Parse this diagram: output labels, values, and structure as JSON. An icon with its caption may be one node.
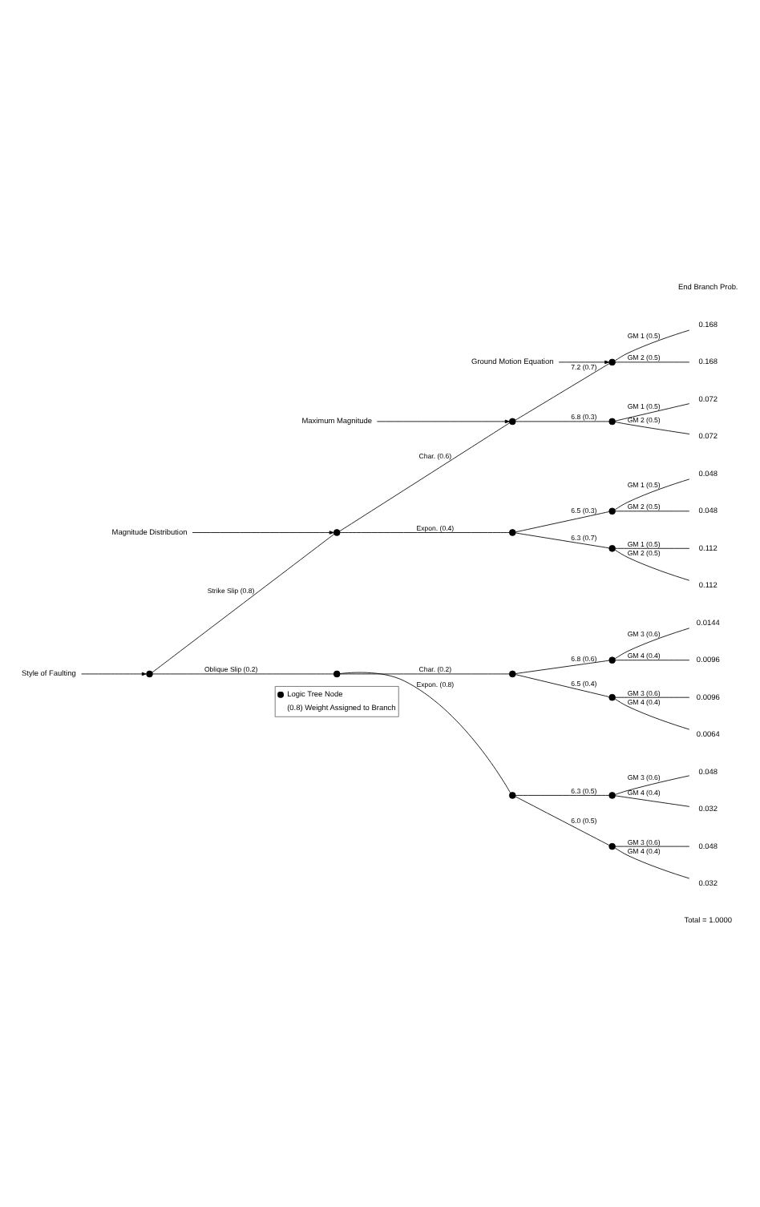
{
  "diagram": {
    "nodes": [
      {
        "text": [
          "Style of Faulting"
        ]
      },
      {
        "text": [
          "Magnitude Distribution"
        ]
      },
      {
        "text": [
          "Maximum Magnitude"
        ]
      },
      {
        "text": [
          "Ground Motion Equation"
        ]
      },
      {
        "text": [],
        "shape": "circle"
      },
      {
        "text": [],
        "shape": "circle"
      },
      {
        "text": [],
        "shape": "circle"
      },
      {
        "text": [],
        "shape": "circle"
      },
      {
        "text": [],
        "shape": "circle"
      },
      {
        "text": [],
        "shape": "circle"
      },
      {
        "text": [],
        "shape": "circle"
      },
      {
        "text": [],
        "shape": "circle"
      },
      {
        "text": [],
        "shape": "circle"
      },
      {
        "text": [],
        "shape": "circle"
      },
      {
        "text": [],
        "shape": "circle"
      },
      {
        "text": [],
        "shape": "circle"
      },
      {
        "text": [],
        "shape": "circle"
      },
      {
        "text": [],
        "shape": "circle"
      },
      {
        "text": [],
        "shape": "circle"
      },
      {
        "text": [
          "0.168"
        ]
      },
      {
        "text": [
          "0.168"
        ]
      },
      {
        "text": [
          "0.072"
        ]
      },
      {
        "text": [
          "0.072"
        ]
      },
      {
        "text": [
          "0.048"
        ]
      },
      {
        "text": [
          "0.048"
        ]
      },
      {
        "text": [
          "0.112"
        ]
      },
      {
        "text": [
          "0.112"
        ]
      },
      {
        "text": [
          "0.0144"
        ]
      },
      {
        "text": [
          "0.0096"
        ]
      },
      {
        "text": [
          "0.0096"
        ]
      },
      {
        "text": [
          "0.0064"
        ]
      },
      {
        "text": [
          "0.048"
        ]
      },
      {
        "text": [
          "0.032"
        ]
      },
      {
        "text": [
          "0.048"
        ]
      },
      {
        "text": [
          "0.032"
        ]
      }
    ],
    "edges": [
      {
        "from": 0,
        "to": 4,
        "arrow": "to"
      },
      {
        "from": 1,
        "to": 5,
        "arrow": "to"
      },
      {
        "from": 2,
        "to": 6,
        "arrow": "to"
      },
      {
        "from": 3,
        "to": 7,
        "arrow": "to"
      },
      {
        "from": 4,
        "to": 5,
        "arrow": "none",
        "label": "Strike Slip (0.8)"
      },
      {
        "from": 5,
        "to": 6,
        "arrow": "none",
        "label": "Char. (0.6)"
      },
      {
        "from": 6,
        "to": 7,
        "arrow": "none",
        "label": "7.2 (0.7)"
      },
      {
        "from": 7,
        "to": 19,
        "arrow": "none",
        "label": "GM 1 (0.5)"
      },
      {
        "from": 7,
        "to": 20,
        "arrow": "none",
        "label": "GM 2 (0.5)"
      },
      {
        "from": 6,
        "to": 8,
        "arrow": "none",
        "label": "6.8 (0.3)"
      },
      {
        "from": 8,
        "to": 21,
        "arrow": "none",
        "label": "GM 1 (0.5)"
      },
      {
        "from": 8,
        "to": 22,
        "arrow": "none",
        "label": "GM 2 (0.5)"
      },
      {
        "from": 5,
        "to": 9,
        "arrow": "none",
        "label": "Expon. (0.4)"
      },
      {
        "from": 9,
        "to": 10,
        "arrow": "none",
        "label": "6.5 (0.3)"
      },
      {
        "from": 10,
        "to": 23,
        "arrow": "none",
        "label": "GM 1 (0.5)"
      },
      {
        "from": 10,
        "to": 24,
        "arrow": "none",
        "label": "GM 2 (0.5)"
      },
      {
        "from": 9,
        "to": 11,
        "arrow": "none",
        "label": "6.3 (0.7)"
      },
      {
        "from": 11,
        "to": 25,
        "arrow": "none",
        "label": "GM 1 (0.5)"
      },
      {
        "from": 11,
        "to": 26,
        "arrow": "none",
        "label": "GM 2 (0.5)"
      },
      {
        "from": 4,
        "to": 12,
        "arrow": "none",
        "label": "Oblique Slip (0.2)"
      },
      {
        "from": 12,
        "to": 13,
        "arrow": "none",
        "label": "Char. (0.2)"
      },
      {
        "from": 13,
        "to": 14,
        "arrow": "none",
        "label": "6.8 (0.6)"
      },
      {
        "from": 14,
        "to": 27,
        "arrow": "none",
        "label": "GM 3 (0.6)"
      },
      {
        "from": 14,
        "to": 28,
        "arrow": "none",
        "label": "GM 4 (0.4)"
      },
      {
        "from": 13,
        "to": 15,
        "arrow": "none",
        "label": "6.5 (0.4)"
      },
      {
        "from": 15,
        "to": 29,
        "arrow": "none",
        "label": "GM 3 (0.6)"
      },
      {
        "from": 15,
        "to": 30,
        "arrow": "none",
        "label": "GM 4 (0.4)"
      },
      {
        "from": 12,
        "to": 16,
        "arrow": "none",
        "label": "Expon. (0.8)"
      },
      {
        "from": 16,
        "to": 17,
        "arrow": "none",
        "label": "6.3 (0.5)"
      },
      {
        "from": 17,
        "to": 31,
        "arrow": "none",
        "label": "GM 3 (0.6)"
      },
      {
        "from": 17,
        "to": 32,
        "arrow": "none",
        "label": "GM 4 (0.4)"
      },
      {
        "from": 16,
        "to": 18,
        "arrow": "none",
        "label": "6.0 (0.5)"
      },
      {
        "from": 18,
        "to": 33,
        "arrow": "none",
        "label": "GM 3 (0.6)"
      },
      {
        "from": 18,
        "to": 34,
        "arrow": "none",
        "label": "GM 4 (0.4)"
      }
    ],
    "labels": [
      "End Branch Prob.",
      "Total = 1.0000"
    ],
    "legend": [
      {
        "text": "Logic Tree Node"
      },
      {
        "text": "(0.8) Weight Assigned to Branch"
      }
    ]
  }
}
